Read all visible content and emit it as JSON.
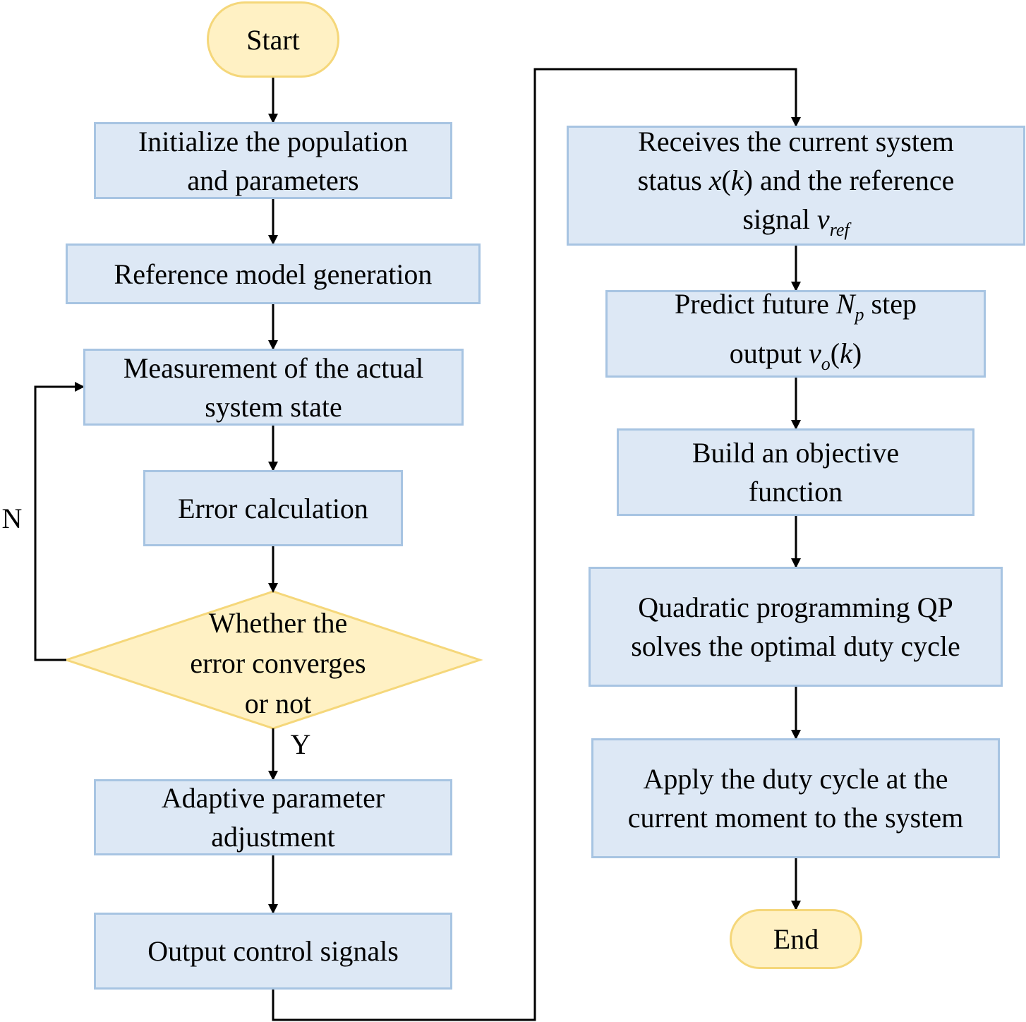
{
  "flow": {
    "start": "Start",
    "init": [
      "Initialize the population",
      "and parameters"
    ],
    "reference": "Reference model generation",
    "measure": [
      "Measurement of the actual",
      "system state"
    ],
    "error_calc": "Error calculation",
    "decision": [
      "Whether the",
      "error converges",
      "or not"
    ],
    "branch_no": "N",
    "branch_yes": "Y",
    "adaptive": [
      "Adaptive parameter",
      "adjustment"
    ],
    "output_signals": "Output control signals",
    "receives": {
      "line1": "Receives the current system",
      "line2_pre": "status",
      "line2_var": "x",
      "line2_arg_open": "(",
      "line2_arg": "k",
      "line2_arg_close": ")",
      "line2_post": "and the reference",
      "line3_pre": "signal",
      "line3_var": "v",
      "line3_sub": "ref"
    },
    "predict": {
      "line1_pre": "Predict future",
      "line1_var": "N",
      "line1_sub": "p",
      "line1_post": "step",
      "line2_pre": "output",
      "line2_var": "v",
      "line2_sub": "o",
      "line2_arg_open": "(",
      "line2_arg": "k",
      "line2_arg_close": ")"
    },
    "objective": [
      "Build an objective",
      "function"
    ],
    "qp": [
      "Quadratic programming QP",
      "solves the optimal duty cycle"
    ],
    "apply": [
      "Apply the duty cycle at the",
      "current moment to the system"
    ],
    "end": "End"
  },
  "colors": {
    "process_fill": "#dde8f5",
    "process_border": "#a7c4e2",
    "terminal_fill": "#fff1c4",
    "terminal_border": "#f5d77a",
    "decision_fill": "#fff1c4",
    "decision_border": "#f5d77a",
    "connector": "#000000"
  }
}
